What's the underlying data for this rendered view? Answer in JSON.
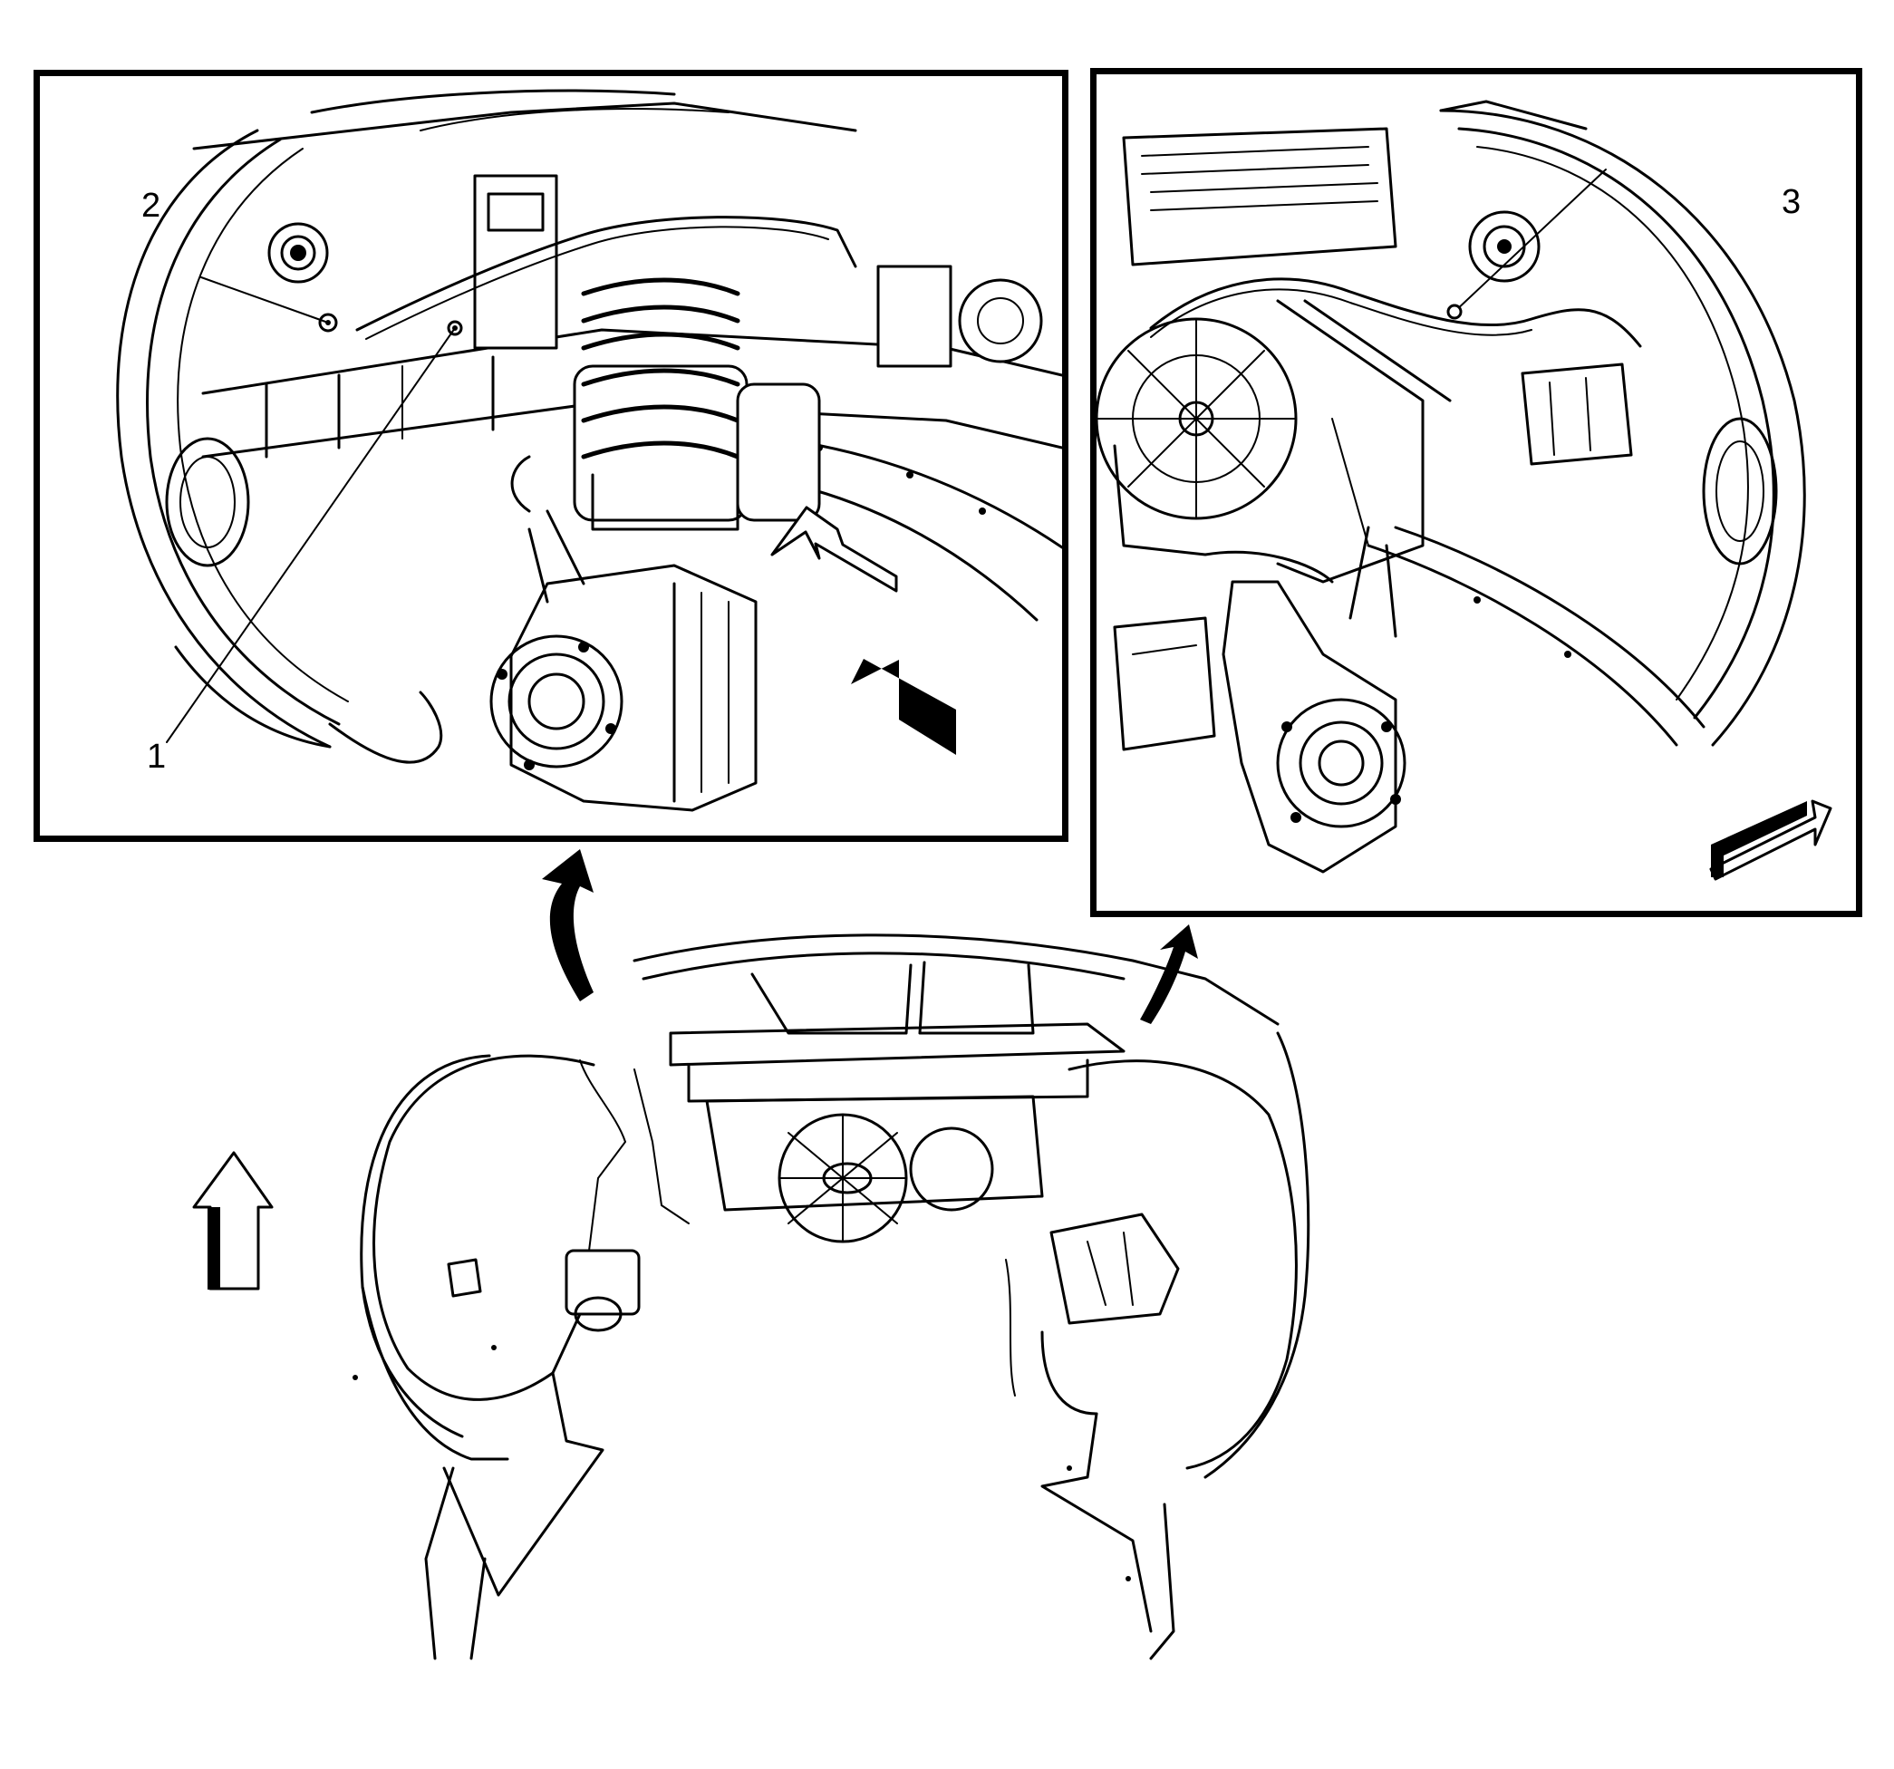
{
  "diagram": {
    "type": "service-manual-illustration",
    "subject": "front wheelhouse / fender liner underside view with detail insets",
    "colors": {
      "line": "#000000",
      "background": "#ffffff"
    },
    "insets": [
      {
        "id": "left-detail",
        "description": "left front wheelhouse detail: coil spring strut, knuckle, hub, harness",
        "callouts": [
          {
            "number": "1",
            "label": "1"
          },
          {
            "number": "2",
            "label": "2"
          }
        ],
        "view_arrow": "arrow-pointing-up-left"
      },
      {
        "id": "right-detail",
        "description": "right front wheelhouse detail: radiator fan, knuckle, hub, harness",
        "callouts": [
          {
            "number": "3",
            "label": "3"
          }
        ],
        "view_arrow": "arrow-pointing-up-right"
      }
    ],
    "overview": {
      "description": "front-end overview with both wheelhouse liners, radiator fan and cross-member",
      "orientation_arrow": "arrow-pointing-up",
      "zoom_arrows": [
        "curved-arrow-to-left-inset",
        "curved-arrow-to-right-inset"
      ]
    }
  }
}
